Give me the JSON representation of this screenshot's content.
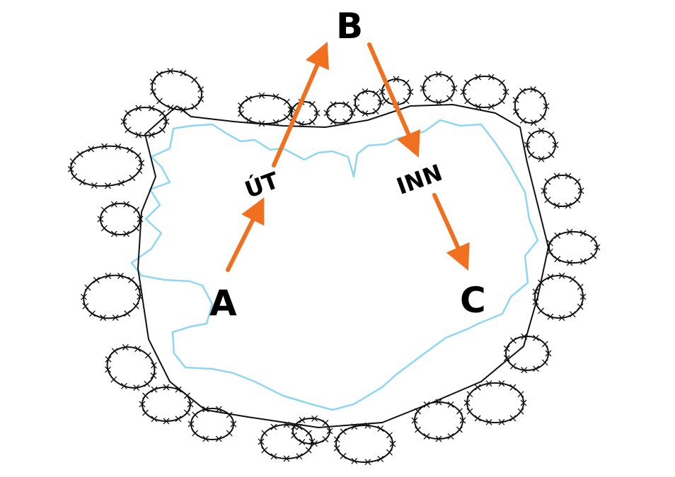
{
  "labels": {
    "a": "A",
    "b": "B",
    "c": "C",
    "out": "ÚT",
    "in": "INN"
  },
  "colors": {
    "arrow": "#f07020",
    "coastline": "#7fd0f0",
    "wire": "#111111",
    "text": "#000000"
  },
  "icons": [
    "iceland-outline",
    "barbed-wire-fence",
    "arrow-a-to-out",
    "arrow-out-to-b",
    "arrow-b-to-in",
    "arrow-in-to-c"
  ]
}
